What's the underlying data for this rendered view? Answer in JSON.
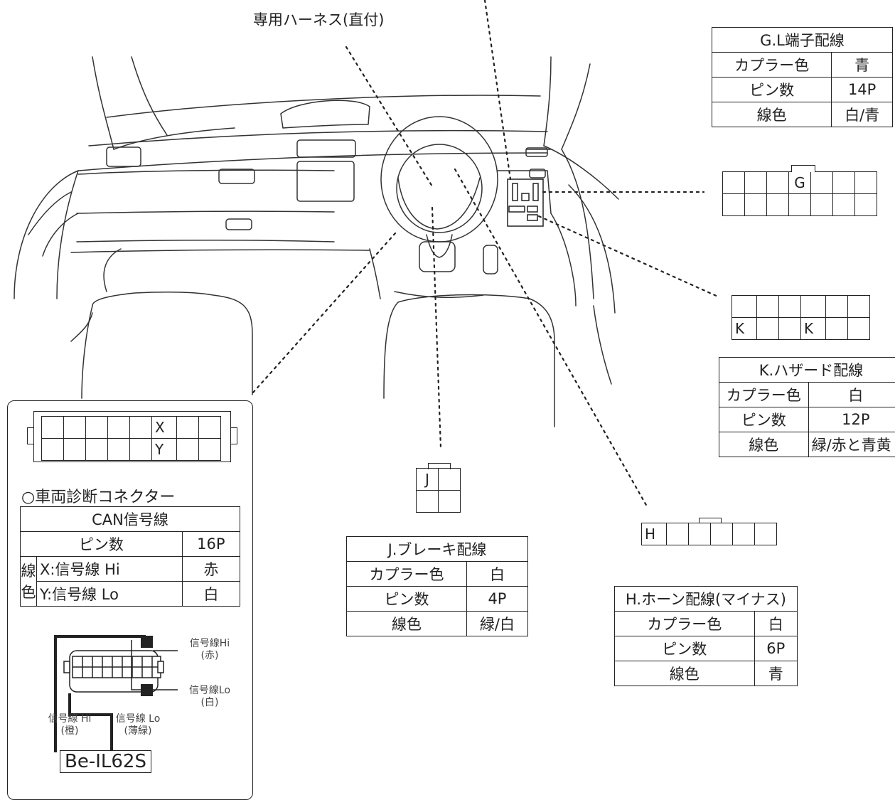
{
  "harness_label": "専用ハーネス(直付)",
  "gl": {
    "title": "G.L端子配線",
    "rows": [
      {
        "k": "カプラー色",
        "v": "青"
      },
      {
        "k": "ピン数",
        "v": "14P"
      },
      {
        "k": "線色",
        "v": "白/青"
      }
    ],
    "pin": "G"
  },
  "k": {
    "title": "K.ハザード配線",
    "rows": [
      {
        "k": "カプラー色",
        "v": "白"
      },
      {
        "k": "ピン数",
        "v": "12P"
      },
      {
        "k": "線色",
        "v": "緑/赤と青黄"
      }
    ],
    "pin_a": "K",
    "pin_b": "K"
  },
  "j": {
    "title": "J.ブレーキ配線",
    "rows": [
      {
        "k": "カプラー色",
        "v": "白"
      },
      {
        "k": "ピン数",
        "v": "4P"
      },
      {
        "k": "線色",
        "v": "緑/白"
      }
    ],
    "pin": "J"
  },
  "h": {
    "title": "H.ホーン配線(マイナス)",
    "rows": [
      {
        "k": "カプラー色",
        "v": "白"
      },
      {
        "k": "ピン数",
        "v": "6P"
      },
      {
        "k": "線色",
        "v": "青"
      }
    ],
    "pin": "H"
  },
  "obd": {
    "pin_x": "X",
    "pin_y": "Y",
    "heading": "○車両診断コネクター",
    "table_title": "CAN信号線",
    "pins_label": "ピン数",
    "pins_value": "16P",
    "color_label_1": "線",
    "color_label_2": "色",
    "hi_label": "X:信号線 Hi",
    "hi_value": "赤",
    "lo_label": "Y:信号線 Lo",
    "lo_value": "白",
    "sig_hi_1": "信号線Hi",
    "sig_hi_2": "(赤)",
    "sig_lo_1": "信号線Lo",
    "sig_lo_2": "(白)",
    "wire_hi_1": "信号線 Hi",
    "wire_hi_2": "(橙)",
    "wire_lo_1": "信号線 Lo",
    "wire_lo_2": "(薄緑)",
    "model": "Be-IL62S"
  }
}
